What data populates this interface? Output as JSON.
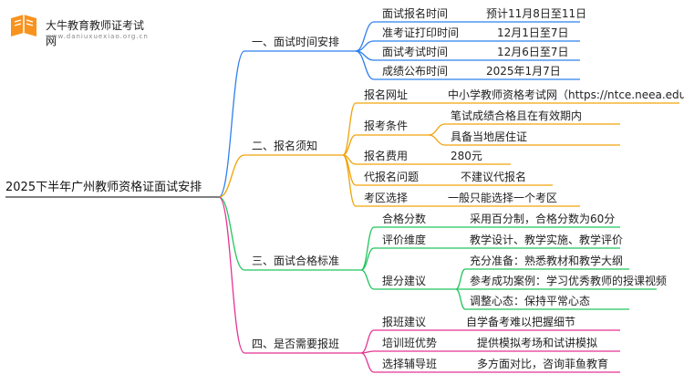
{
  "logo": {
    "title": "大牛教育教师证考试网",
    "url": "www.daniuxuexiao.org.cn"
  },
  "root": "2025下半年广州教师资格证面试安排",
  "colors": {
    "blue": "#2f80ed",
    "orange": "#f0a30a",
    "green": "#22c55e",
    "magenta": "#e53392",
    "root": "#555555"
  },
  "branches": [
    {
      "label": "一、面试时间安排",
      "items": [
        {
          "label": "面试报名时间",
          "value": "预计11月8日至11日"
        },
        {
          "label": "准考证打印时间",
          "value": "12月1日至7日"
        },
        {
          "label": "面试考试时间",
          "value": "12月6日至7日"
        },
        {
          "label": "成绩公布时间",
          "value": "2025年1月7日"
        }
      ]
    },
    {
      "label": "二、报名须知",
      "items": [
        {
          "label": "报名网址",
          "value": "中小学教师资格考试网（https://ntce.neea.edu.cn/）"
        },
        {
          "label": "报考条件",
          "values": [
            "笔试成绩合格且在有效期内",
            "具备当地居住证"
          ]
        },
        {
          "label": "报名费用",
          "value": "280元"
        },
        {
          "label": "代报名问题",
          "value": "不建议代报名"
        },
        {
          "label": "考区选择",
          "value": "一般只能选择一个考区"
        }
      ]
    },
    {
      "label": "三、面试合格标准",
      "items": [
        {
          "label": "合格分数",
          "value": "采用百分制，合格分数为60分"
        },
        {
          "label": "评价维度",
          "value": "教学设计、教学实施、教学评价"
        },
        {
          "label": "提分建议",
          "values": [
            "充分准备：熟悉教材和教学大纲",
            "参考成功案例：学习优秀教师的授课视频",
            "调整心态：保持平常心态"
          ]
        }
      ]
    },
    {
      "label": "四、是否需要报班",
      "items": [
        {
          "label": "报班建议",
          "value": "自学备考难以把握细节"
        },
        {
          "label": "培训班优势",
          "value": "提供模拟考场和试讲模拟"
        },
        {
          "label": "选择辅导班",
          "value": "多方面对比，咨询菲鱼教育"
        }
      ]
    }
  ]
}
